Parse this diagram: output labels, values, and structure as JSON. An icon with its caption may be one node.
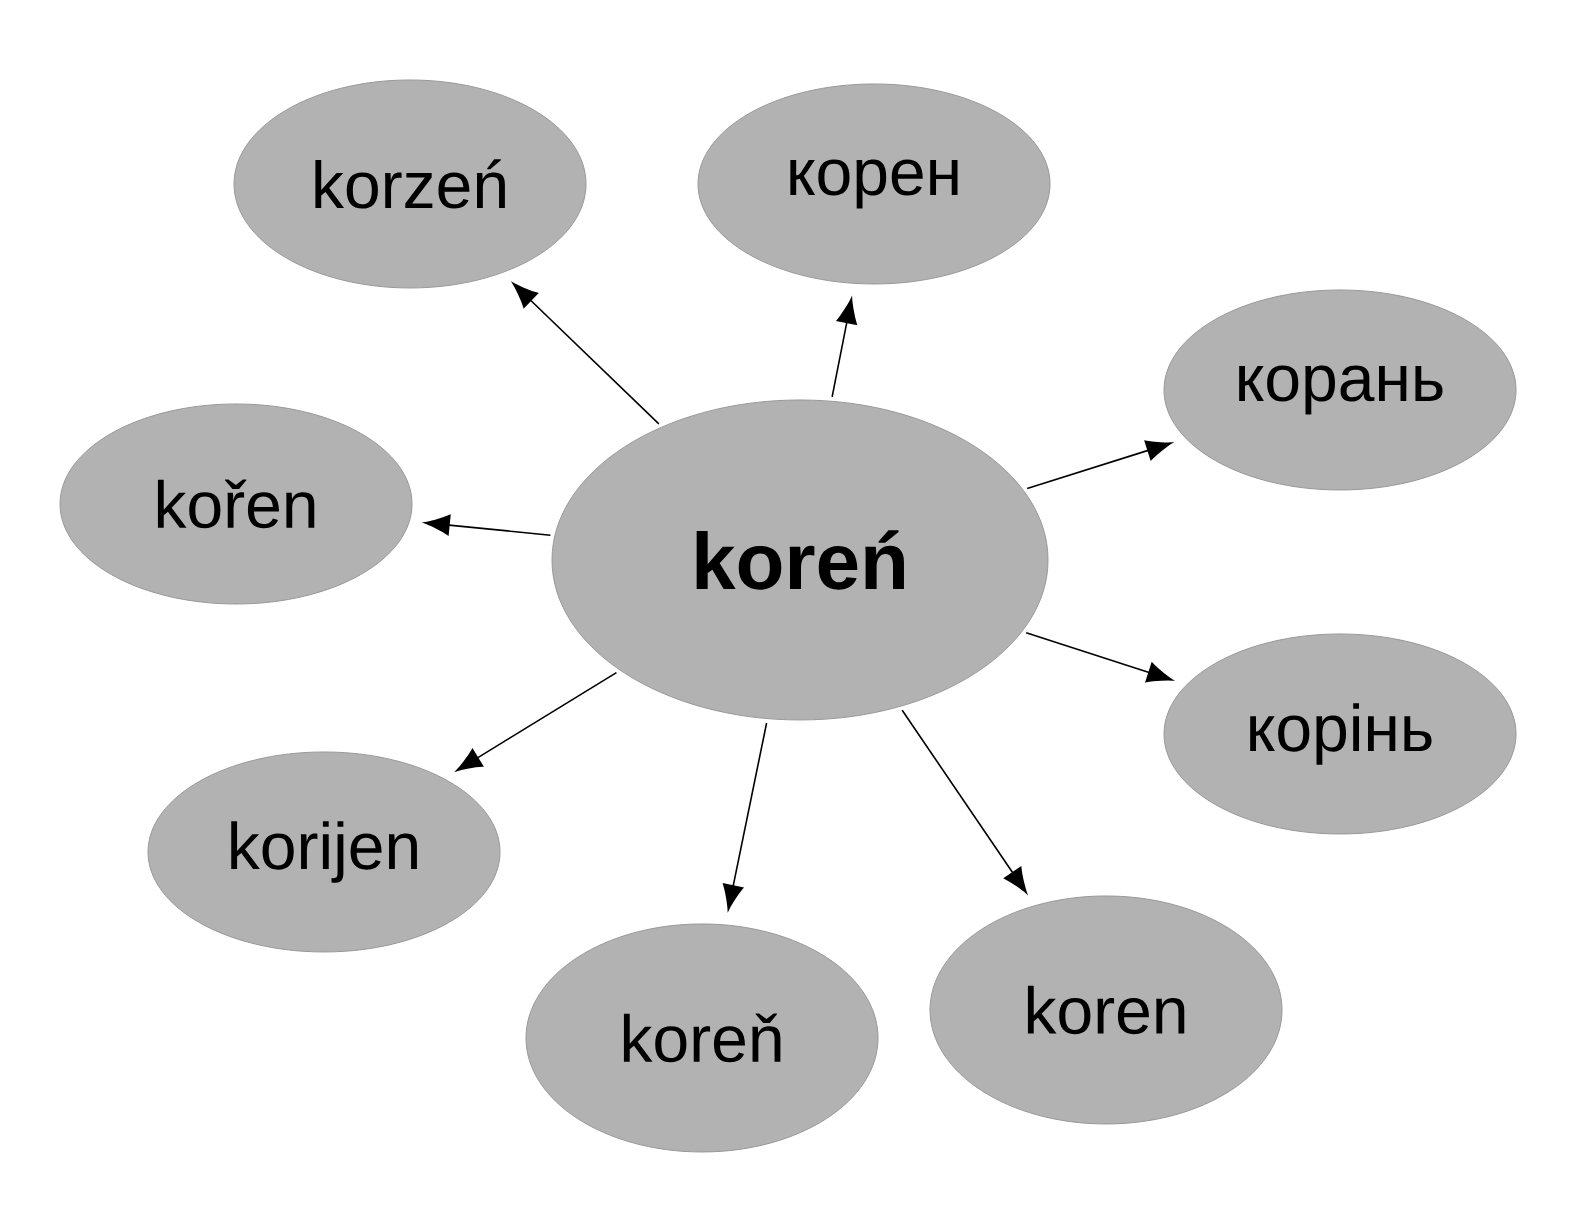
{
  "diagram": {
    "nodes": [
      {
        "text": [
          "koreń"
        ]
      },
      {
        "text": [
          "korzeń"
        ]
      },
      {
        "text": [
          "корен"
        ]
      },
      {
        "text": [
          "корань"
        ]
      },
      {
        "text": [
          "kořen"
        ]
      },
      {
        "text": [
          "корінь"
        ]
      },
      {
        "text": [
          "korijen"
        ]
      },
      {
        "text": [
          "koreň"
        ]
      },
      {
        "text": [
          "koren"
        ]
      }
    ],
    "edges": [
      {
        "from": 0,
        "to": 1,
        "arrow": "to"
      },
      {
        "from": 0,
        "to": 2,
        "arrow": "to"
      },
      {
        "from": 0,
        "to": 3,
        "arrow": "to"
      },
      {
        "from": 0,
        "to": 4,
        "arrow": "to"
      },
      {
        "from": 0,
        "to": 5,
        "arrow": "to"
      },
      {
        "from": 0,
        "to": 6,
        "arrow": "to"
      },
      {
        "from": 0,
        "to": 7,
        "arrow": "to"
      },
      {
        "from": 0,
        "to": 8,
        "arrow": "to"
      }
    ]
  }
}
